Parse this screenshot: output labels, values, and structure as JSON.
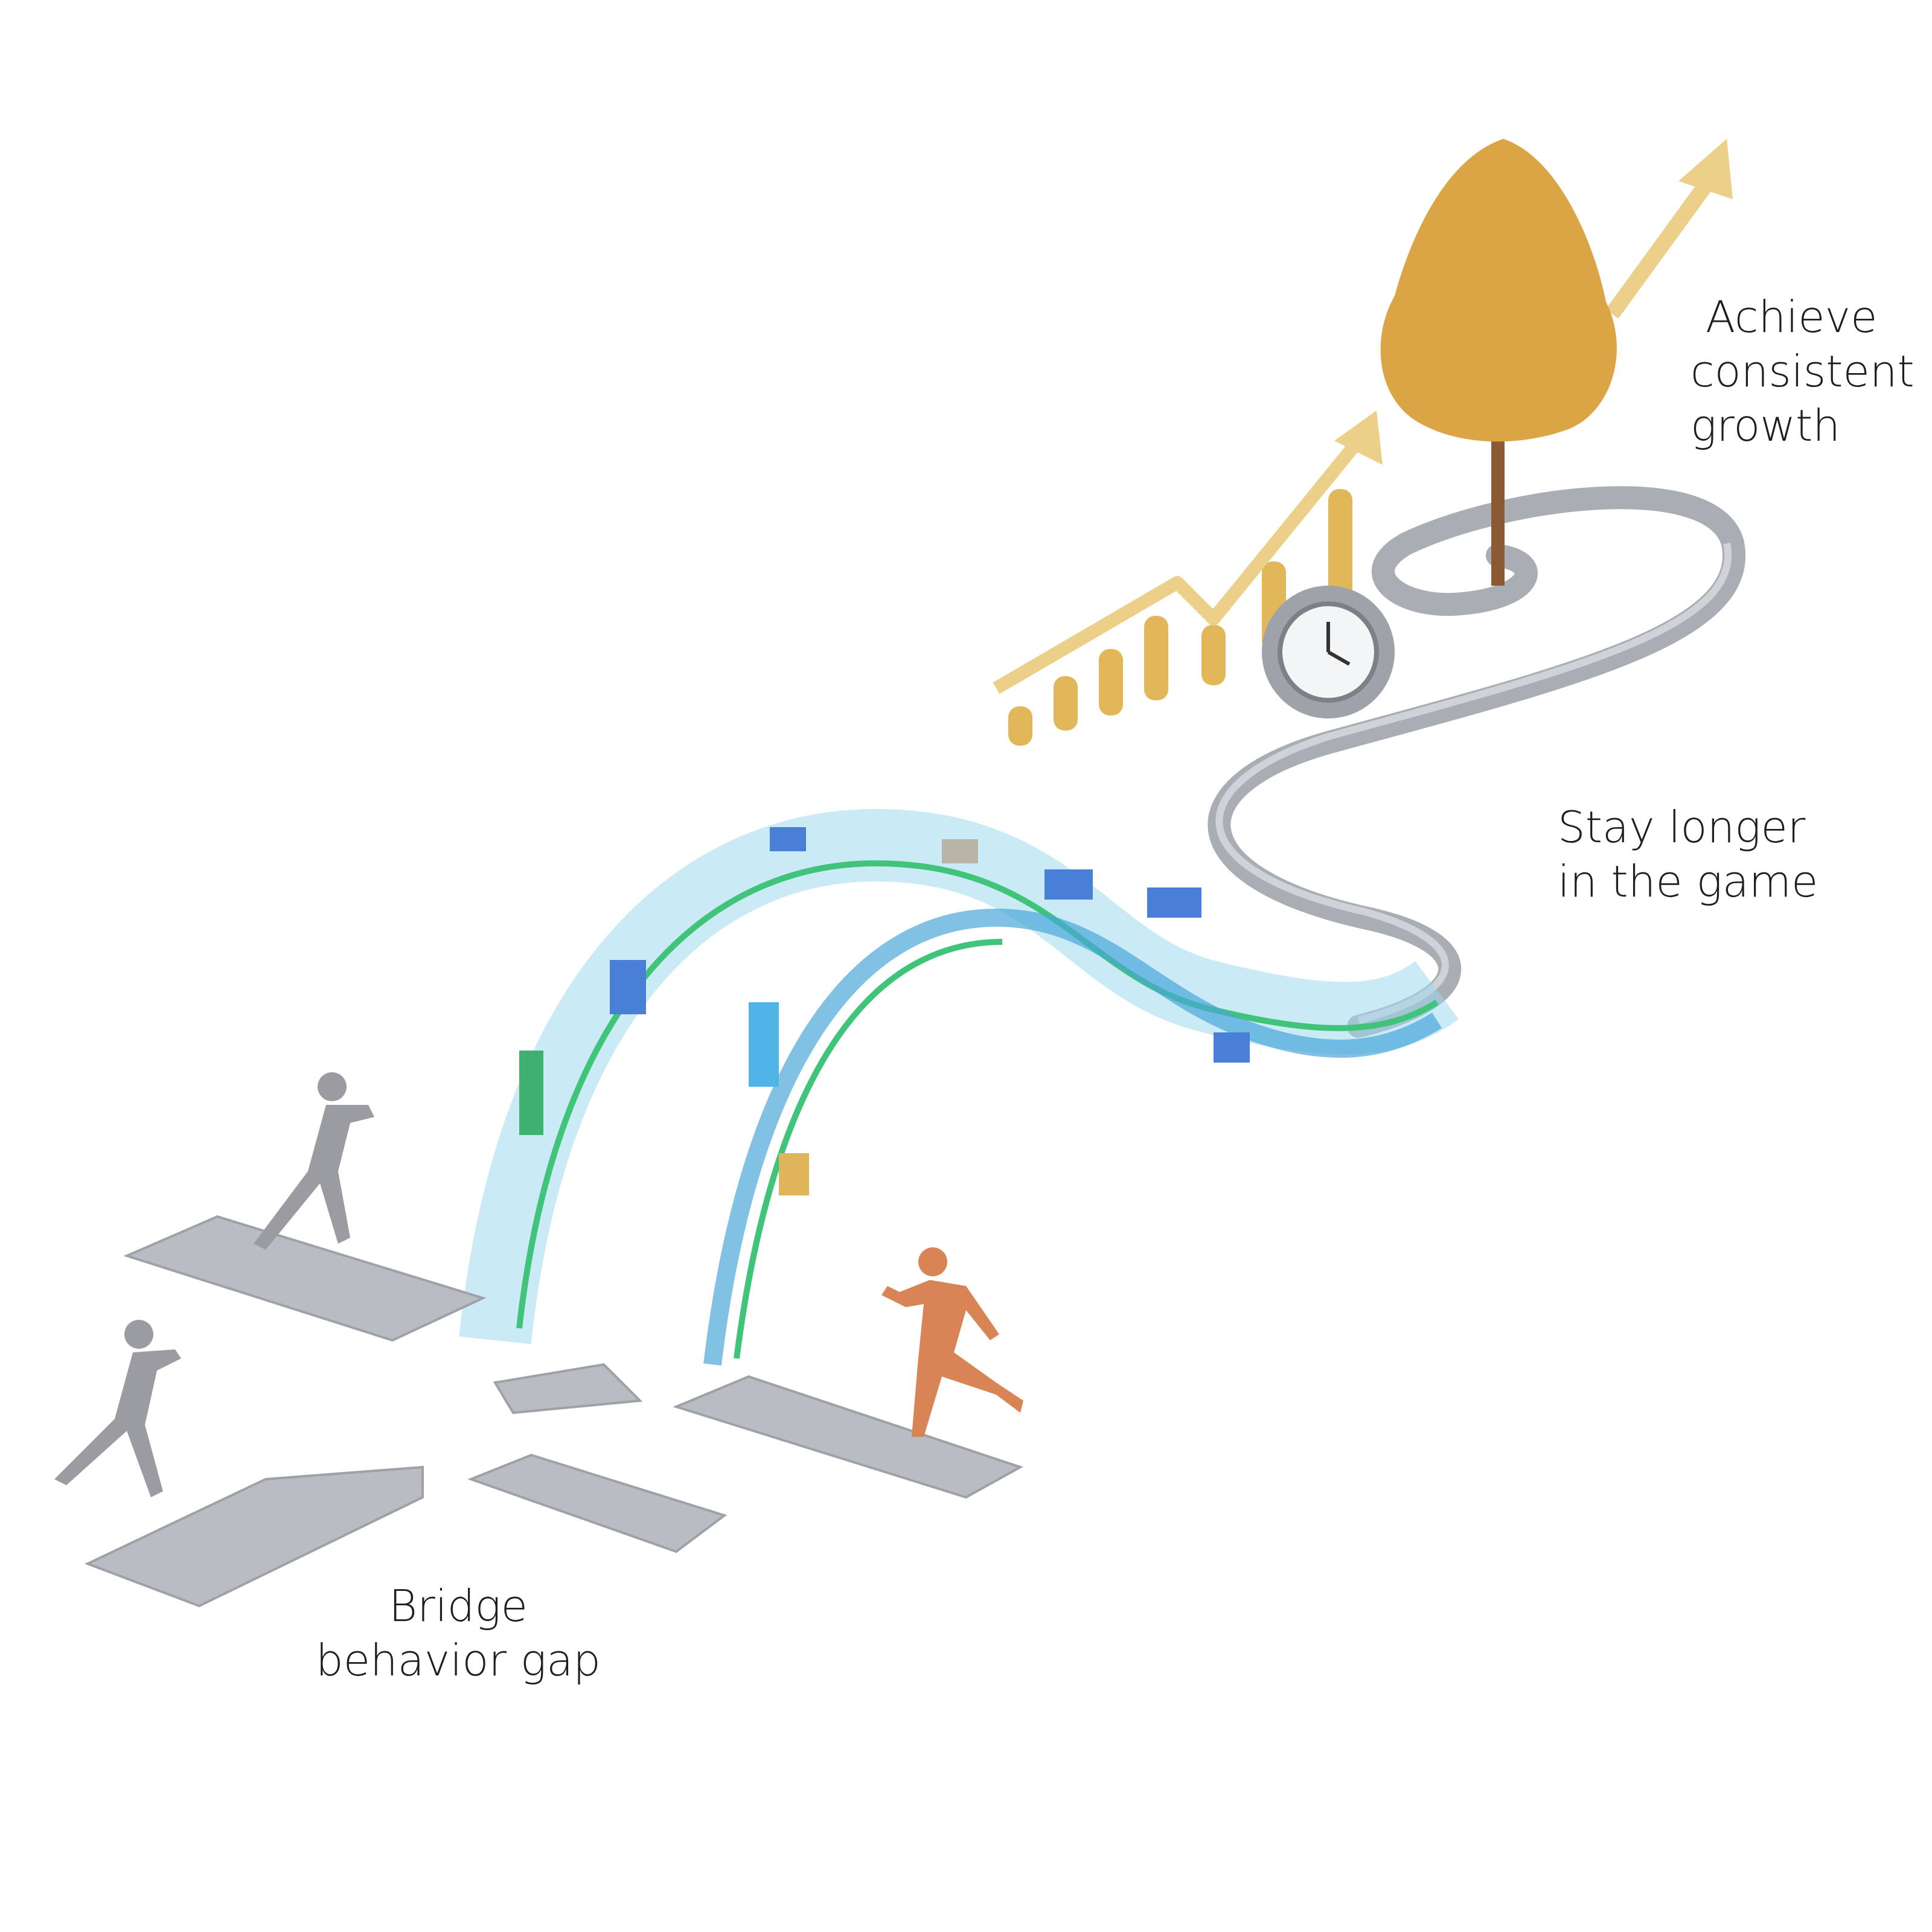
{
  "labels": {
    "growth": [
      "Achieve",
      "consistent",
      "growth"
    ],
    "longer": [
      "Stay longer",
      "in the game"
    ],
    "bridge": [
      "Bridge",
      "behavior gap"
    ]
  },
  "colors": {
    "text": "#1e1e1e",
    "stone": "#b9bcc2",
    "gold": "#e2b75a",
    "bridge_blue": "#4a7fd6",
    "bridge_green": "#3fc47a",
    "bridge_glass": "#9fd8ec",
    "runner_orange": "#d98454",
    "runner_gray": "#9a9ca1"
  }
}
